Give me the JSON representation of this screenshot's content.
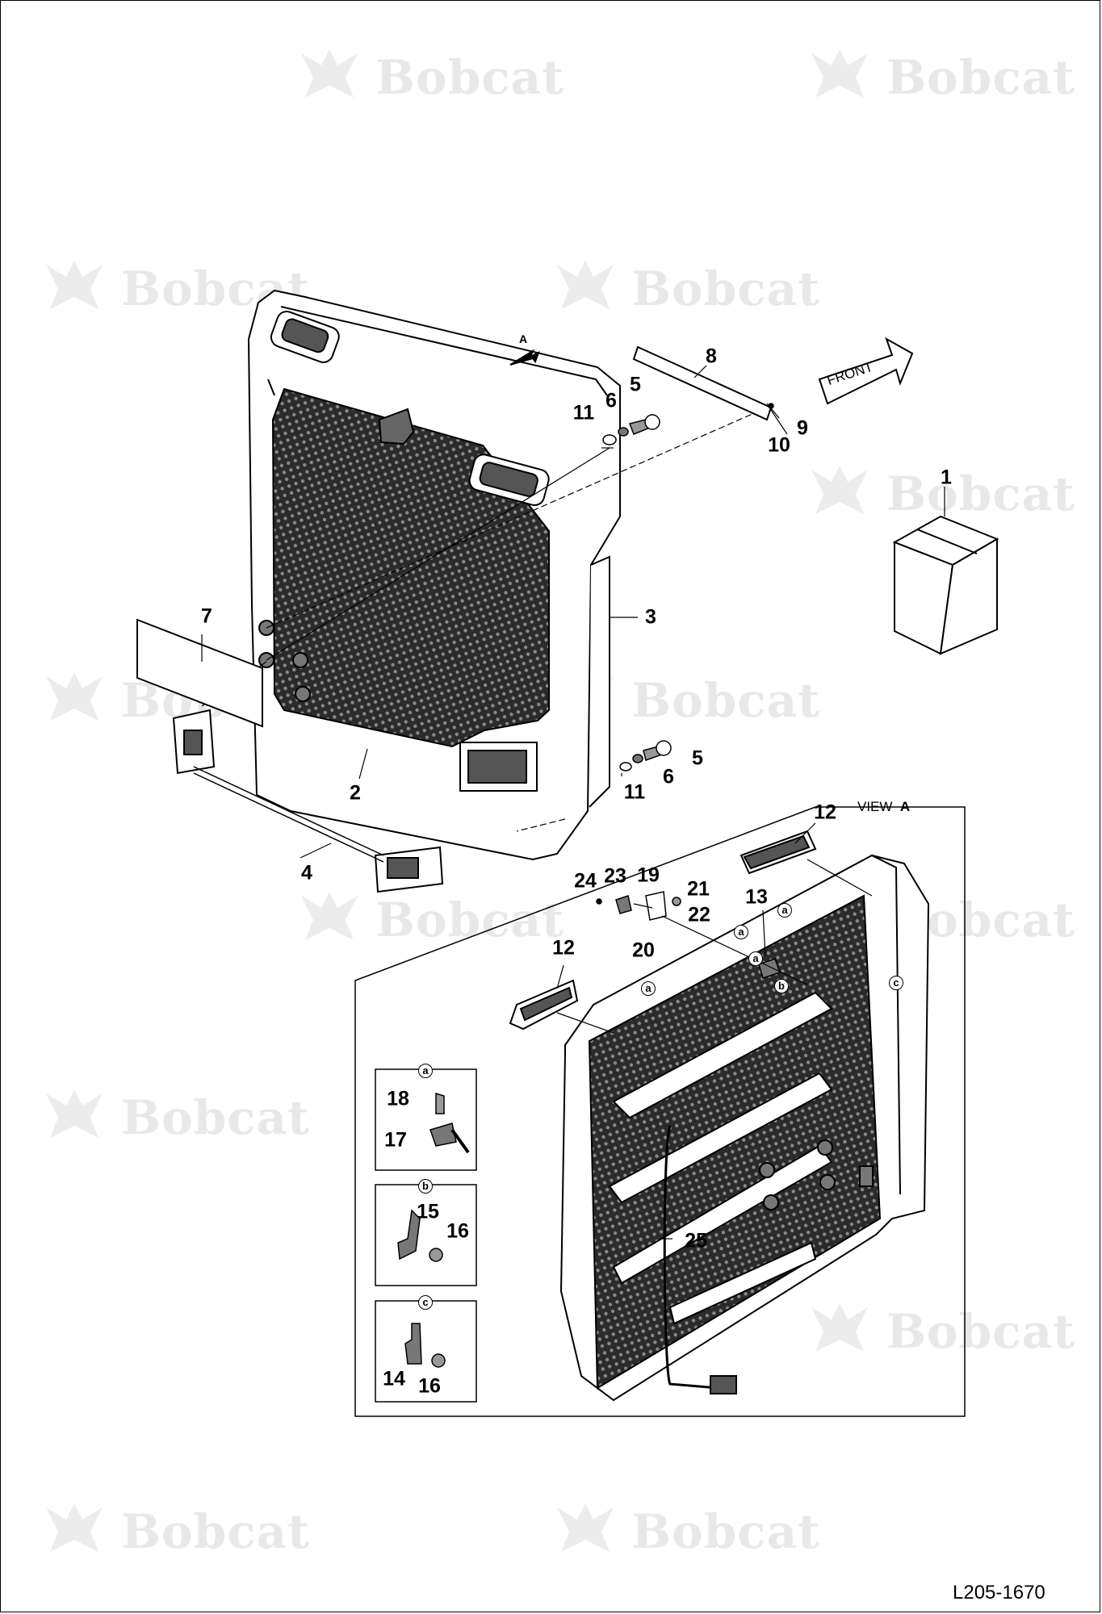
{
  "drawing_id": "L205-1670",
  "view_label": {
    "prefix": "VIEW",
    "letter": "A"
  },
  "view_arrow_label": "A",
  "front_label": "FRONT",
  "watermark": "Bobcat",
  "callouts": [
    "1",
    "2",
    "3",
    "4",
    "5",
    "5",
    "6",
    "6",
    "7",
    "8",
    "9",
    "10",
    "11",
    "11",
    "12",
    "12",
    "13",
    "19",
    "20",
    "21",
    "22",
    "23",
    "24",
    "25"
  ],
  "detail_a": {
    "letter": "a",
    "parts": [
      "18",
      "17"
    ]
  },
  "detail_b": {
    "letter": "b",
    "parts": [
      "15",
      "16"
    ]
  },
  "detail_c": {
    "letter": "c",
    "parts": [
      "14",
      "16"
    ]
  },
  "view_markers": [
    "a",
    "a",
    "a",
    "a",
    "b",
    "c"
  ]
}
